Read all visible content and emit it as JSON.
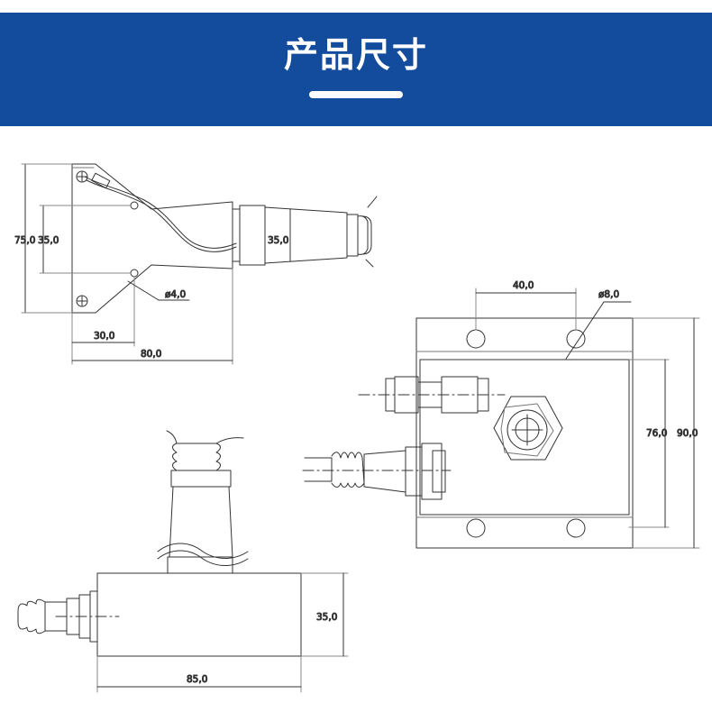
{
  "header": {
    "title": "产品尺寸"
  },
  "dims": {
    "top_outer_h": "75,0",
    "top_inner_h": "35,0",
    "top_cable_h": "35,0",
    "top_hole_d": "ø4,0",
    "top_hole_x": "30,0",
    "top_len": "80,0",
    "right_hole_spacing": "40,0",
    "right_hole_d": "ø8,0",
    "right_inner_h": "76,0",
    "right_outer_h": "90,0",
    "bottom_h": "35,0",
    "bottom_len": "85,0"
  },
  "colors": {
    "banner": "#134c9c",
    "line": "#333333"
  }
}
